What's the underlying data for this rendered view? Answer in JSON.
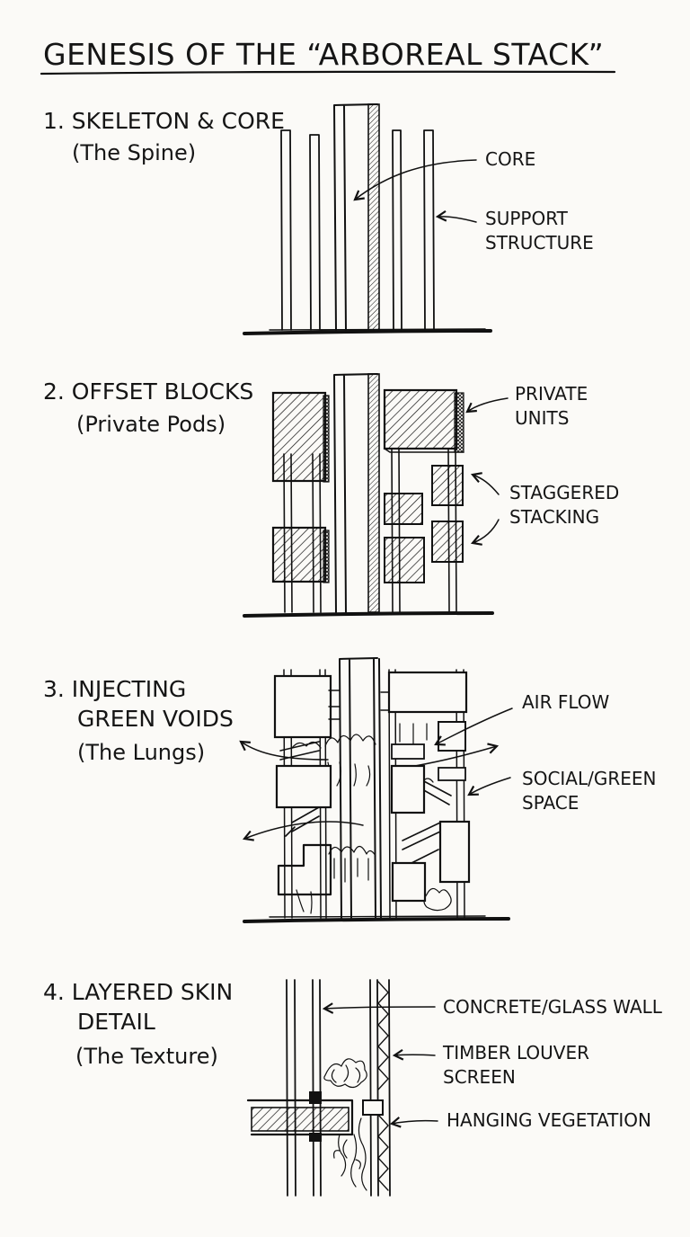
{
  "title": "GENESIS OF THE “ARBOREAL STACK”",
  "steps": [
    {
      "title_lines": [
        "1. SKELETON & CORE"
      ],
      "subtitle": "(The Spine)",
      "labels": [
        [
          "CORE"
        ],
        [
          "SUPPORT",
          "STRUCTURE"
        ]
      ]
    },
    {
      "title_lines": [
        "2. OFFSET BLOCKS"
      ],
      "subtitle": "(Private Pods)",
      "labels": [
        [
          "PRIVATE",
          "UNITS"
        ],
        [
          "STAGGERED",
          "STACKING"
        ]
      ]
    },
    {
      "title_lines": [
        "3. INJECTING",
        "GREEN VOIDS"
      ],
      "subtitle": "(The Lungs)",
      "labels": [
        [
          "AIR FLOW"
        ],
        [
          "SOCIAL/GREEN",
          "SPACE"
        ]
      ]
    },
    {
      "title_lines": [
        "4. LAYERED SKIN",
        "DETAIL"
      ],
      "subtitle": "(The Texture)",
      "labels": [
        [
          "CONCRETE/GLASS WALL"
        ],
        [
          "TIMBER LOUVER",
          "SCREEN"
        ],
        [
          "HANGING VEGETATION"
        ]
      ]
    }
  ]
}
